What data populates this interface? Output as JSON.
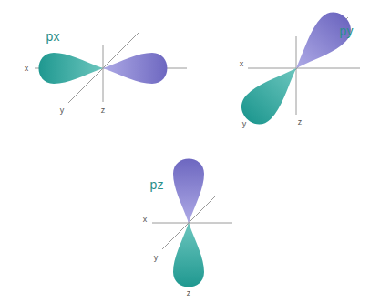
{
  "diagram": {
    "labels": [
      "px",
      "x",
      "y",
      "z",
      "py",
      "x",
      "y",
      "z",
      "pz",
      "x",
      "y",
      "z"
    ]
  }
}
